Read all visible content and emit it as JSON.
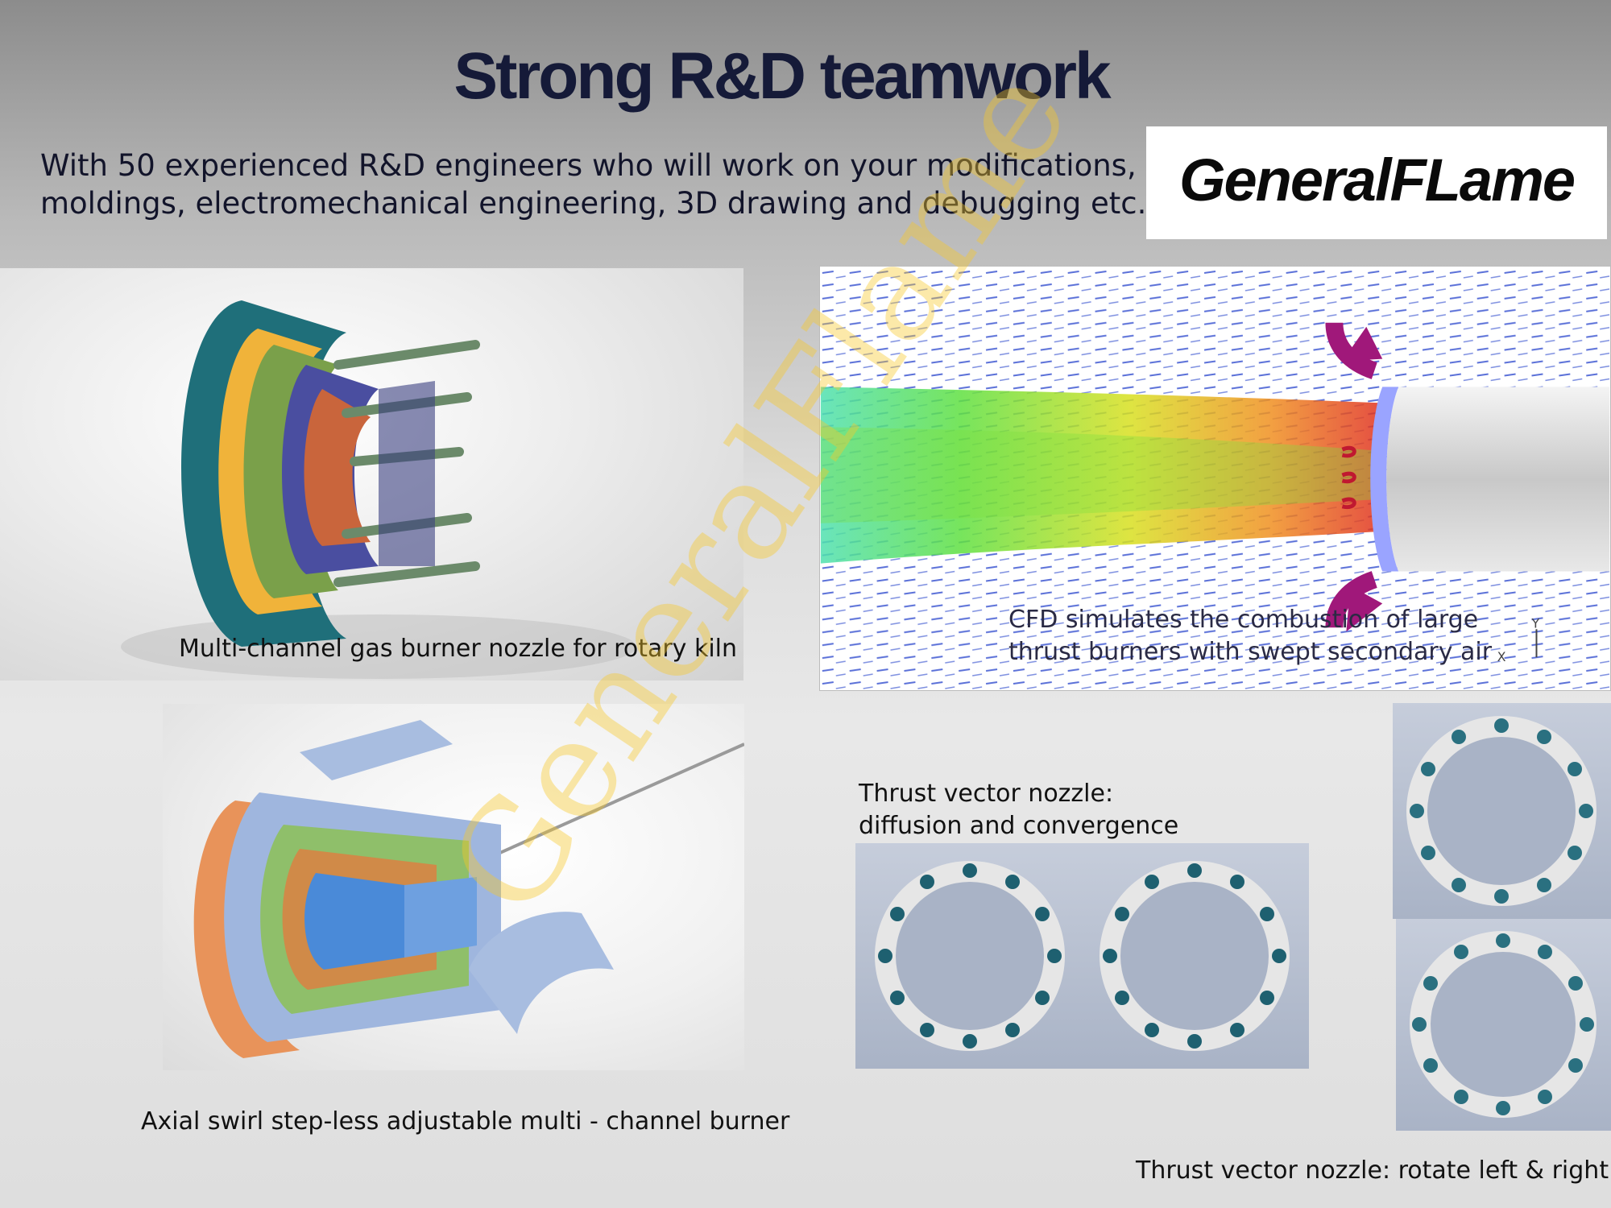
{
  "slide": {
    "title": "Strong R&D teamwork",
    "intro_line1": "With 50 experienced R&D engineers who will work on your modifications,",
    "intro_line2": "moldings, electromechanical engineering, 3D drawing and debugging etc."
  },
  "logo": {
    "text": "GeneralFLame"
  },
  "watermark": {
    "text": "GeneralFlame"
  },
  "figures": {
    "kiln_caption": "Multi-channel gas burner nozzle for rotary kiln",
    "cfd_caption_line1": "CFD simulates the combustion of large",
    "cfd_caption_line2": "thrust burners with swept secondary air",
    "cfd_axis_x": "X",
    "cfd_axis_y": "Y",
    "diffusion_caption_line1": "Thrust vector nozzle:",
    "diffusion_caption_line2": "diffusion and convergence",
    "swirl_caption": "Axial swirl step-less adjustable multi - channel burner",
    "rotate_caption": "Thrust vector nozzle: rotate left & right"
  },
  "colors": {
    "title": "#151a38",
    "watermark": "#f8c828",
    "arrow": "#a0187a",
    "ring_bg": "#b0b9ca"
  }
}
